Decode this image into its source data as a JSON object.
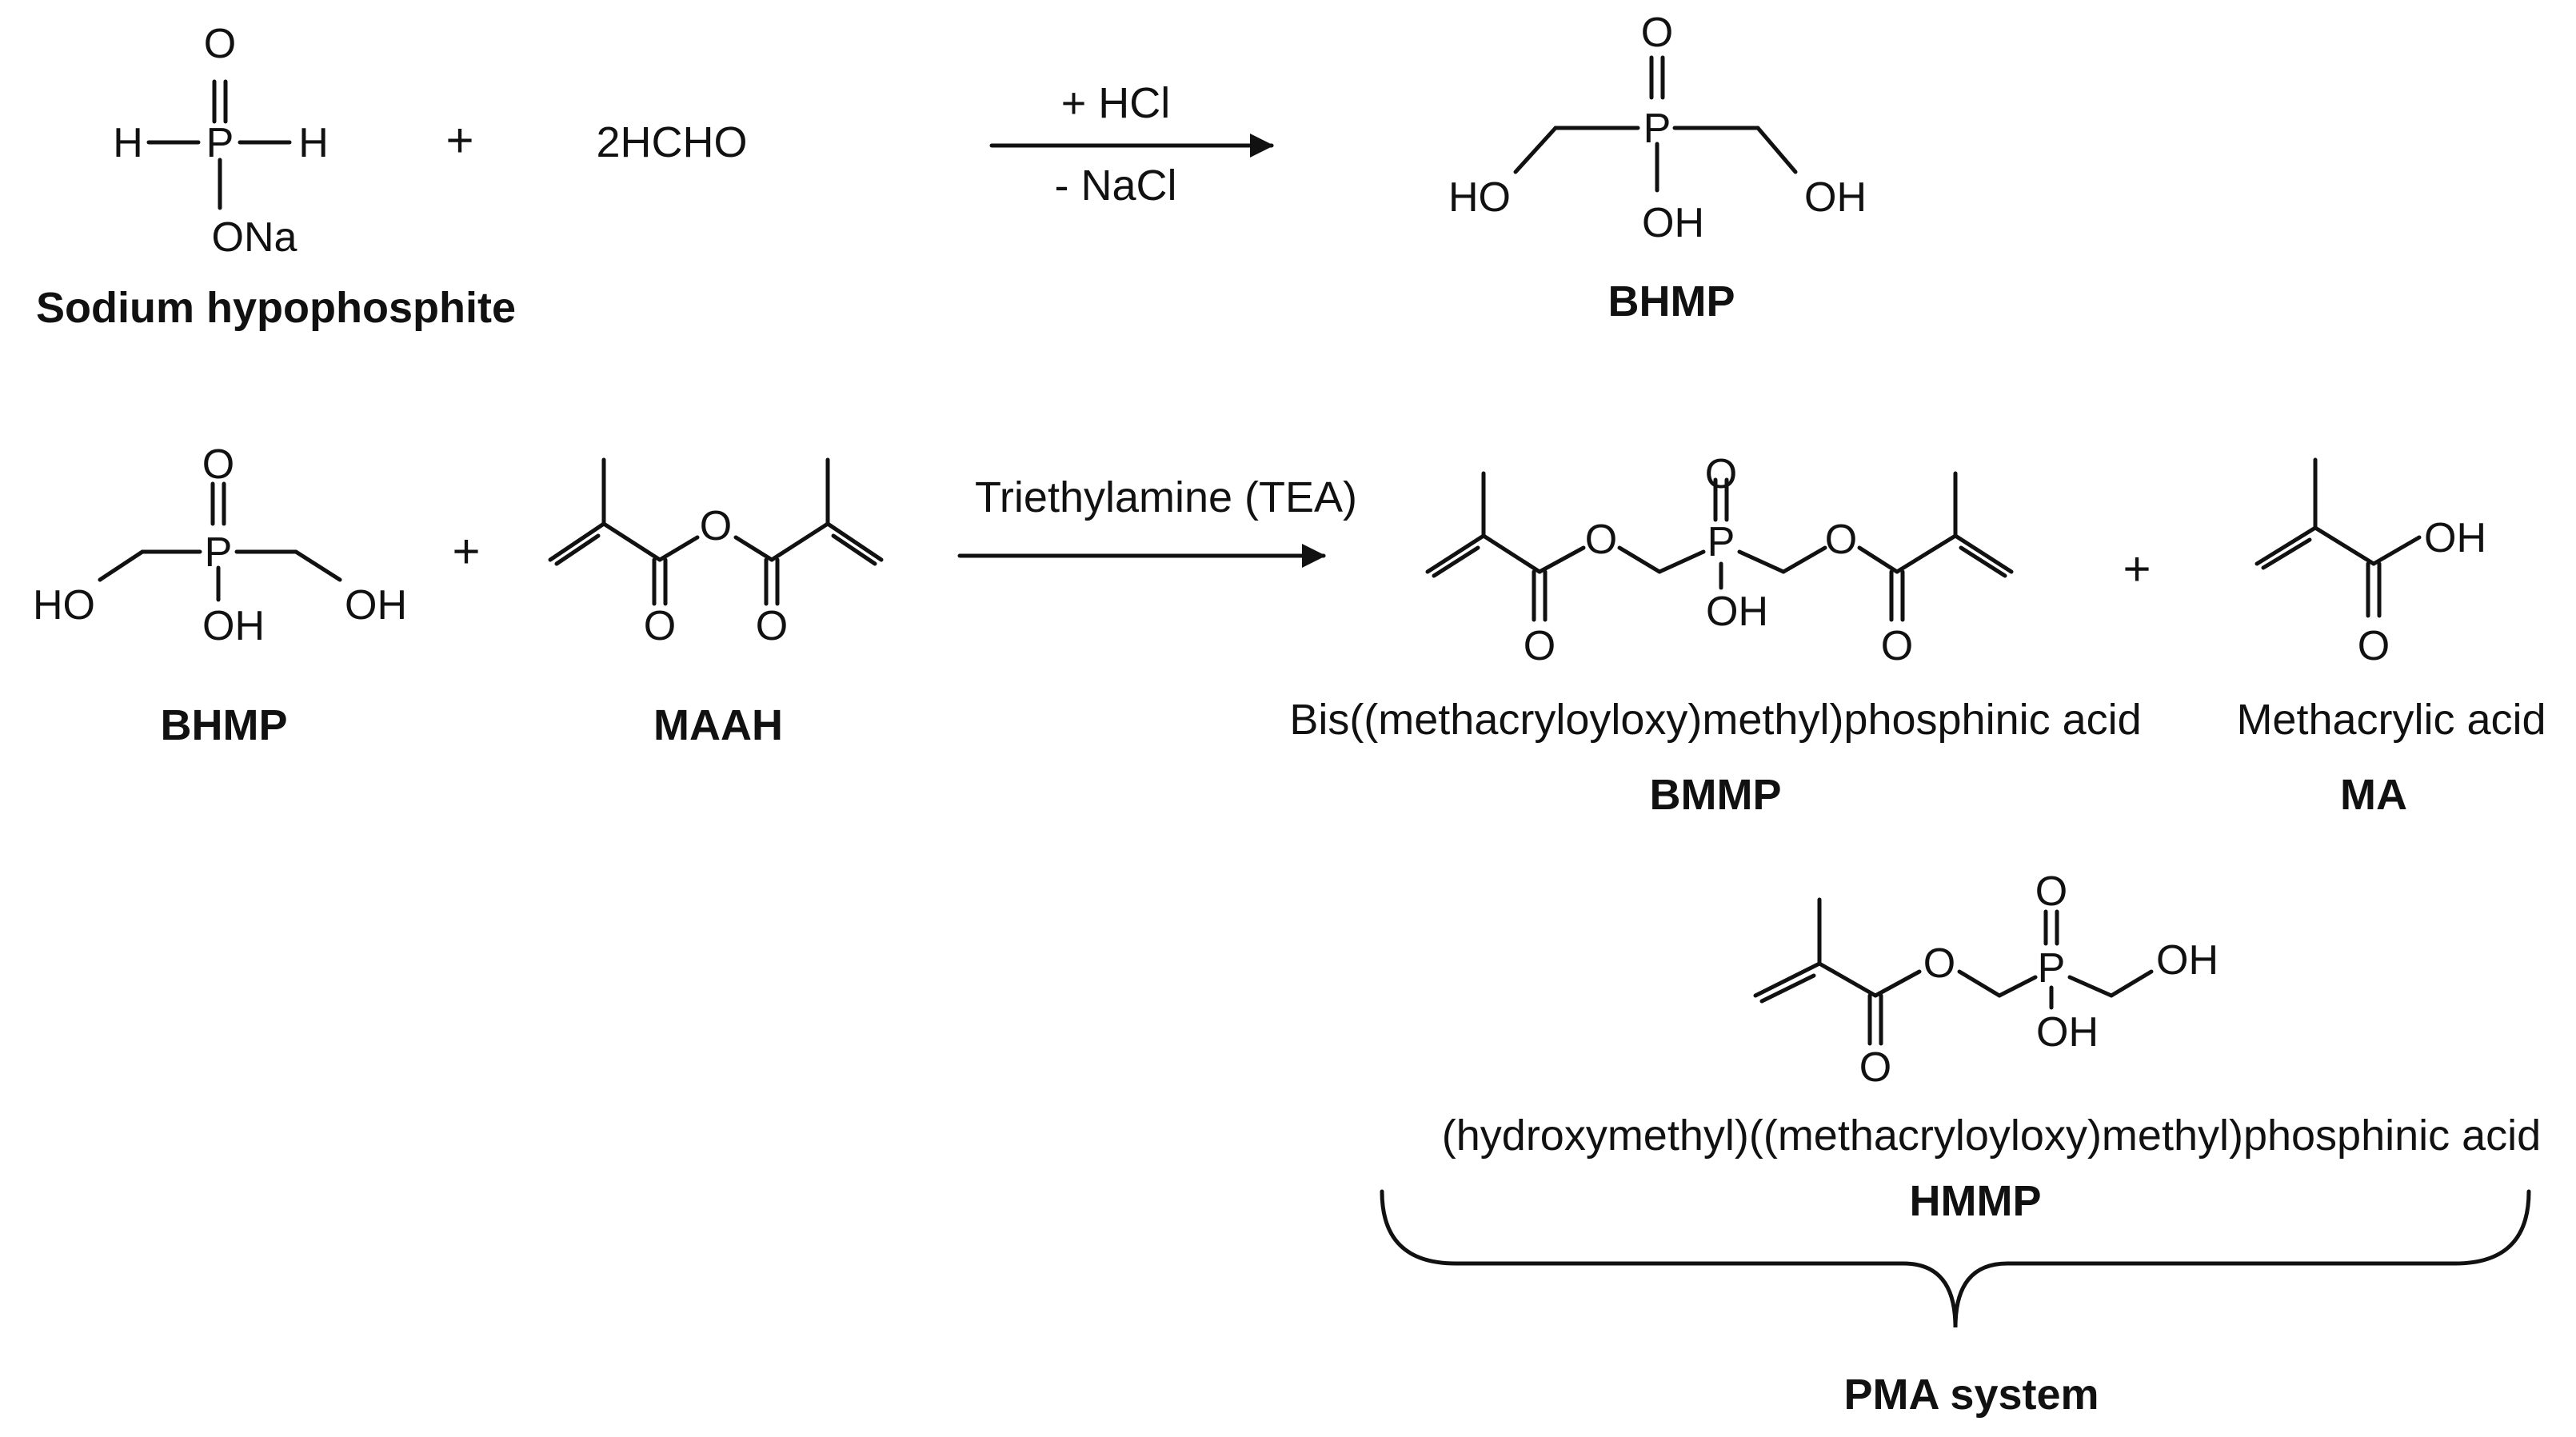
{
  "reaction1": {
    "reactant1": {
      "atoms": {
        "o_top": "O",
        "h_left": "H",
        "p": "P",
        "h_right": "H",
        "ona": "ONa"
      },
      "name": "Sodium hypophosphite"
    },
    "plus": "+",
    "reactant2": "2HCHO",
    "arrow_top": "+ HCl",
    "arrow_bottom": "- NaCl",
    "product": {
      "atoms": {
        "o_top": "O",
        "p": "P",
        "ho_left": "HO",
        "oh_mid": "OH",
        "oh_right": "OH"
      },
      "name": "BHMP"
    }
  },
  "reaction2": {
    "reactant1": {
      "atoms": {
        "o_top": "O",
        "p": "P",
        "ho_left": "HO",
        "oh_mid": "OH",
        "oh_right": "OH"
      },
      "name": "BHMP"
    },
    "plus": "+",
    "reactant2": {
      "atoms": {
        "o_bridge": "O",
        "o_left": "O",
        "o_right": "O"
      },
      "name": "MAAH"
    },
    "arrow_label": "Triethylamine (TEA)",
    "product1": {
      "atoms": {
        "o_ester_left": "O",
        "o_carbonyl_left": "O",
        "o_top": "O",
        "p": "P",
        "oh": "OH",
        "o_ester_right": "O",
        "o_carbonyl_right": "O"
      },
      "full_name": "Bis((methacryloyloxy)methyl)phosphinic acid",
      "name": "BMMP"
    },
    "plus2": "+",
    "product2": {
      "atoms": {
        "oh": "OH",
        "o_carbonyl": "O"
      },
      "full_name": "Methacrylic acid",
      "name": "MA"
    }
  },
  "hmmp": {
    "atoms": {
      "o_ester": "O",
      "o_carbonyl": "O",
      "o_top": "O",
      "p": "P",
      "oh_bottom": "OH",
      "oh_right": "OH"
    },
    "full_name": "(hydroxymethyl)((methacryloyloxy)methyl)phosphinic acid",
    "name": "HMMP"
  },
  "system_label": "PMA system"
}
